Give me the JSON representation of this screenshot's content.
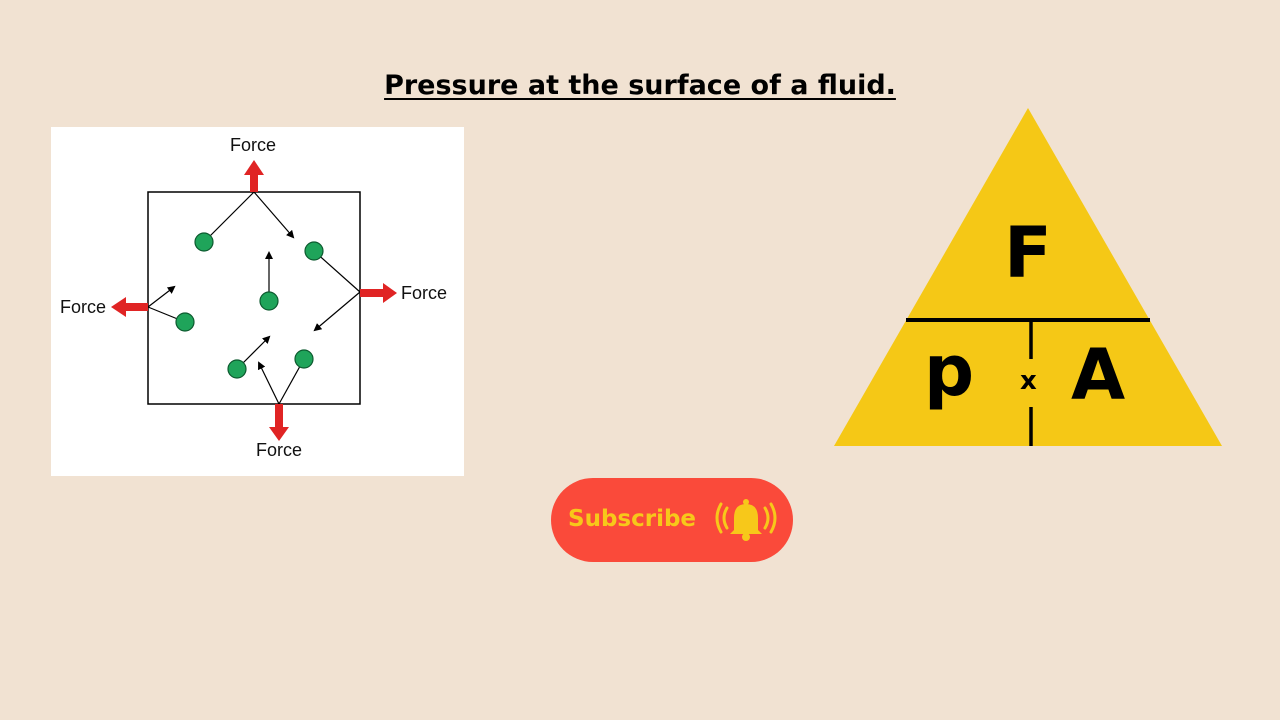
{
  "title": "Pressure at the surface of a fluid.",
  "diagram": {
    "force_labels": {
      "top": "Force",
      "right": "Force",
      "bottom": "Force",
      "left": "Force"
    },
    "colors": {
      "force_arrow": "#e02424",
      "particle": "#1fa45a",
      "container": "#000000"
    }
  },
  "formula_triangle": {
    "top": "F",
    "bottom_left": "p",
    "operator": "x",
    "bottom_right": "A",
    "color": "#f5c816"
  },
  "subscribe": {
    "label": "Subscribe",
    "icon": "bell-icon",
    "background": "#fa4a3a",
    "text_color": "#f7c81a"
  }
}
